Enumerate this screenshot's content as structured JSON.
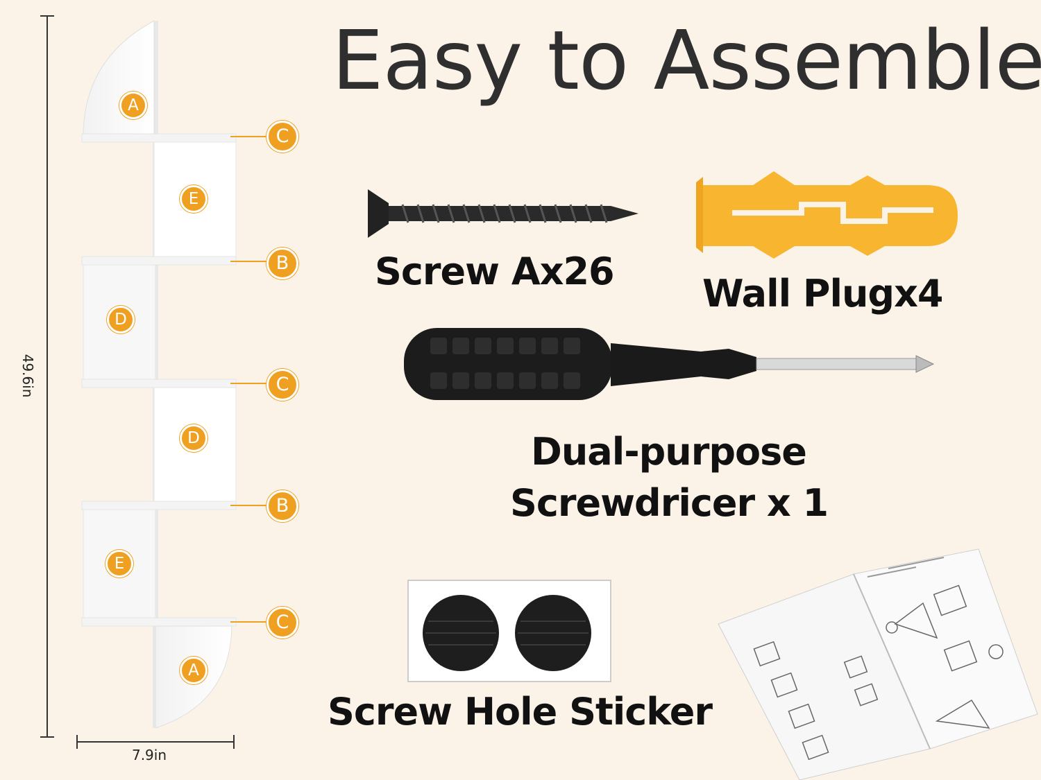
{
  "heading": "Easy to Assemble",
  "dimensions": {
    "height": "49.6in",
    "width": "7.9in"
  },
  "shelf_parts": [
    "A",
    "C",
    "E",
    "B",
    "D",
    "C",
    "D",
    "B",
    "E",
    "C",
    "A"
  ],
  "items": {
    "screw": "Screw Ax26",
    "wall_plug": "Wall Plugx4",
    "screwdriver_line1": "Dual-purpose",
    "screwdriver_line2": "Screwdricer x 1",
    "sticker": "Screw Hole Sticker"
  },
  "colors": {
    "accent": "#f0a020",
    "background": "#fbf3e8",
    "plug": "#f8b530",
    "text": "#111111"
  }
}
